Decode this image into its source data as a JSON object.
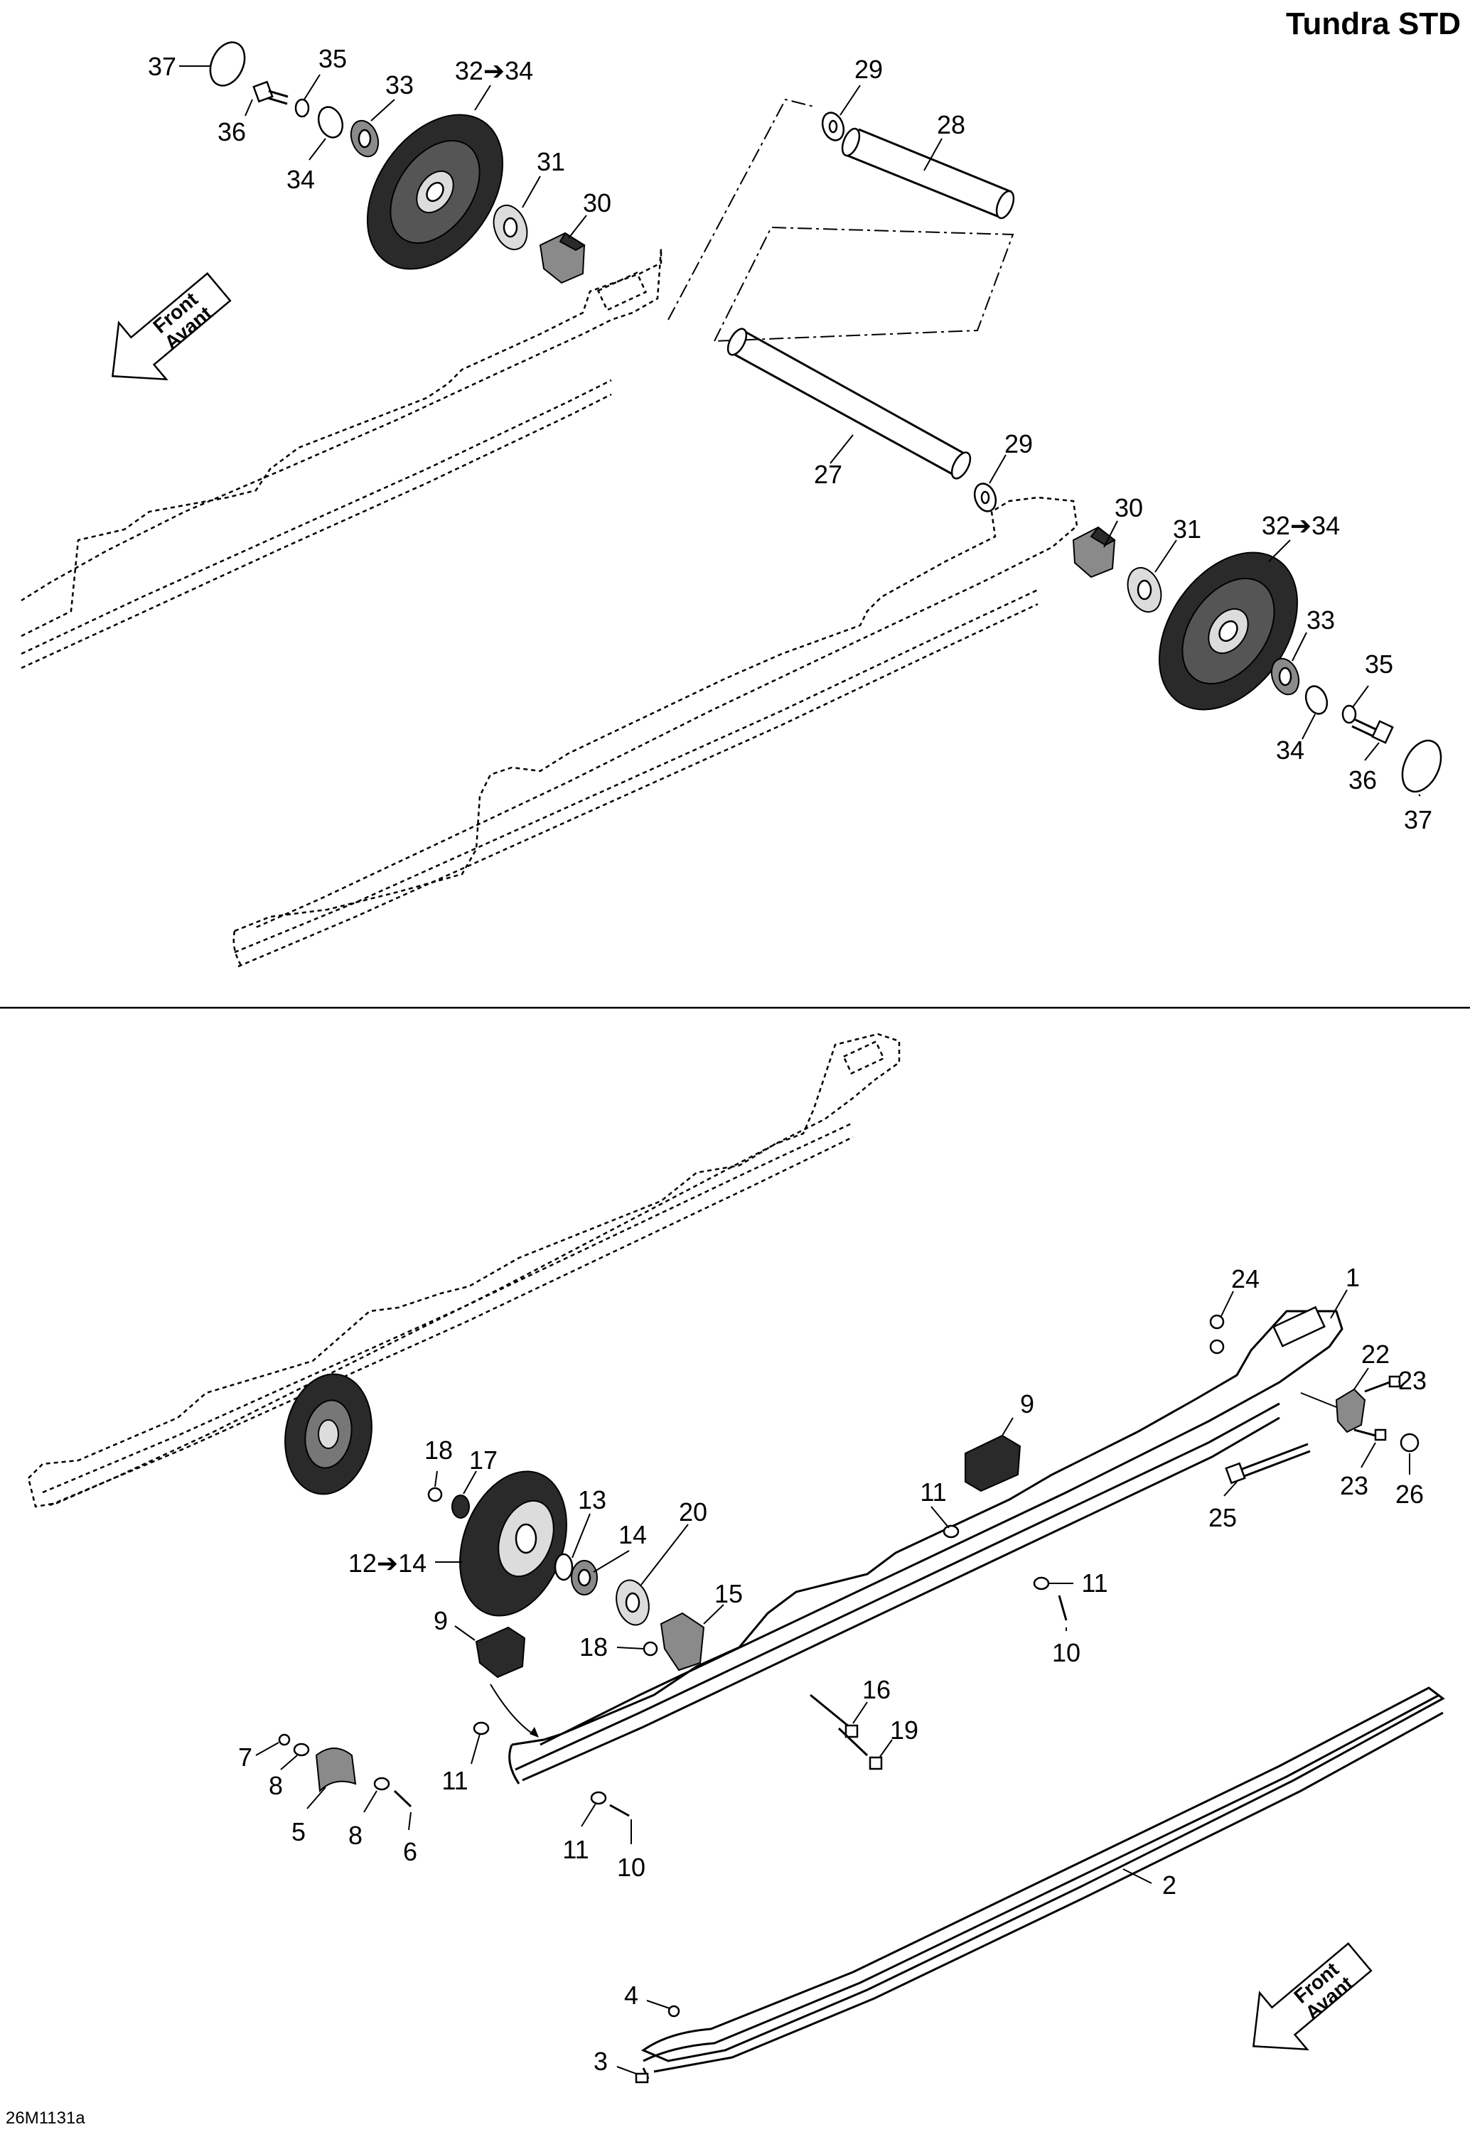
{
  "title": "Tundra STD",
  "drawing_code": "26M1131a",
  "front_arrow": {
    "line1": "Front",
    "line2": "Avant"
  },
  "arrow_symbol": "➔",
  "callouts": {
    "c37a": "37",
    "c35a": "35",
    "c33a": "33",
    "c3234a": "32",
    "c36a": "36",
    "c34a": "34",
    "c31a": "31",
    "c30a": "30",
    "c29a": "29",
    "c28": "28",
    "c27": "27",
    "c29b": "29",
    "c30b": "30",
    "c31b": "31",
    "c3234b": "32",
    "c33b": "33",
    "c35b": "35",
    "c34b": "34",
    "c36b": "36",
    "c37b": "37",
    "c24": "24",
    "c1": "1",
    "c22": "22",
    "c23a": "23",
    "c23b": "23",
    "c26": "26",
    "c25": "25",
    "c9a": "9",
    "c11a": "11",
    "c11b": "11",
    "c10a": "10",
    "c18a": "18",
    "c17": "17",
    "c13": "13",
    "c1214": "12",
    "c14": "14",
    "c20": "20",
    "c9b": "9",
    "c15": "15",
    "c18b": "18",
    "c16": "16",
    "c19": "19",
    "c7": "7",
    "c8a": "8",
    "c5": "5",
    "c8b": "8",
    "c6": "6",
    "c11c": "11",
    "c11d": "11",
    "c10b": "10",
    "c2": "2",
    "c4": "4",
    "c3": "3"
  },
  "ranges": {
    "c3234a_end": "34",
    "c3234b_end": "34",
    "c1214_end": "14"
  }
}
